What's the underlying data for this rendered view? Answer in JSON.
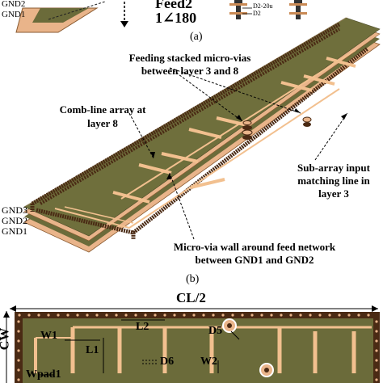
{
  "panel_a": {
    "layer_labels": [
      "GND2",
      "GND1"
    ],
    "feed_label": "Feed2",
    "feed_value": "1∠180",
    "via_labels": [
      "D2-20u",
      "D2"
    ],
    "caption": "(a)"
  },
  "panel_b": {
    "annotation_feeding_line1": "Feeding stacked micro-vias",
    "annotation_feeding_line2": "between layer 3 and 8",
    "annotation_comb_line1": "Comb-line array at",
    "annotation_comb_line2": "layer 8",
    "annotation_subarray_line1": "Sub-array input",
    "annotation_subarray_line2": "matching line in",
    "annotation_subarray_line3": "layer 3",
    "annotation_wall_line1": "Micro-via wall around feed network",
    "annotation_wall_line2": "between GND1 and GND2",
    "layer_labels": [
      "GND3",
      "GND2",
      "GND1"
    ],
    "caption": "(b)"
  },
  "panel_c": {
    "width_label": "CL/2",
    "height_label": "CW",
    "dimension_labels": {
      "w1": "W1",
      "l2": "L2",
      "d5": "D5",
      "l1": "L1",
      "d6": "D6",
      "w2": "W2",
      "wpad1": "Wpad1"
    }
  },
  "colors": {
    "copper": "#e9b48a",
    "copper_dark": "#c98a55",
    "substrate": "#6b6b3a",
    "via_wall": "#4a2a14",
    "strip": "#f2c08f"
  }
}
